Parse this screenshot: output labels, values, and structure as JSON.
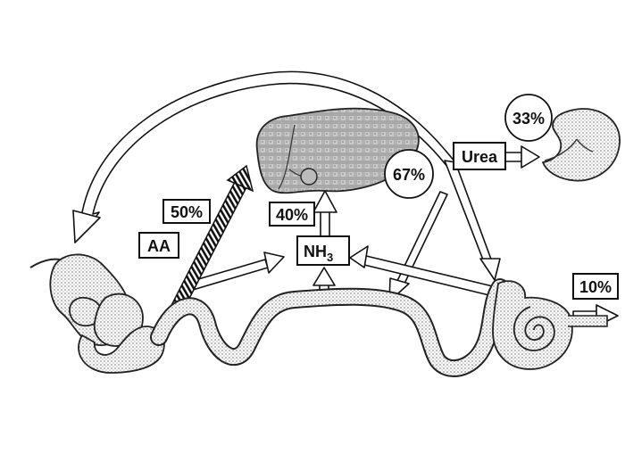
{
  "labels": {
    "amino_acids": "AA",
    "amino_acid_pct": "50%",
    "ammonia_main": "NH",
    "ammonia_sub": "3",
    "ammonia_pct": "40%",
    "urea": "Urea",
    "urea_to_gut_pct": "67%",
    "urea_to_kidney_pct": "33%",
    "excreted_pct": "10%"
  },
  "colors": {
    "stroke": "#111111",
    "stipple": "#9a9a9a",
    "background": "#ffffff"
  }
}
